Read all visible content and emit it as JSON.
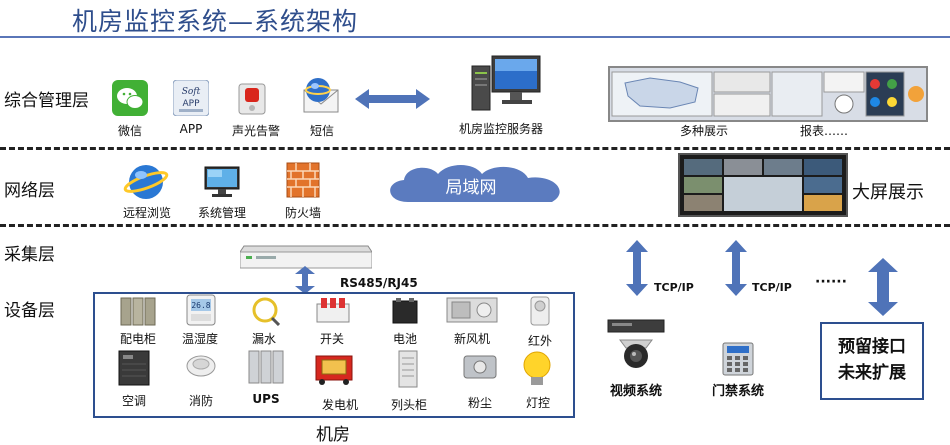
{
  "title": "机房监控系统—系统架构",
  "layers": {
    "management": "综合管理层",
    "network": "网络层",
    "collection": "采集层",
    "device": "设备层"
  },
  "management_items": {
    "wechat": "微信",
    "app": "APP",
    "alarm": "声光告警",
    "sms": "短信",
    "server": "机房监控服务器",
    "multi_display": "多种展示",
    "report": "报表……"
  },
  "network_items": {
    "remote": "远程浏览",
    "sysmgmt": "系统管理",
    "firewall": "防火墙",
    "lan": "局域网",
    "bigscreen": "大屏展示"
  },
  "collection": {
    "bus_label": "RS485/RJ45",
    "tcp1": "TCP/IP",
    "tcp2": "TCP/IP",
    "ellipsis": "······"
  },
  "room_devices": {
    "distribution": "配电柜",
    "temp_humidity": "温湿度",
    "water_leak": "漏水",
    "switch": "开关",
    "battery": "电池",
    "fresh_air": "新风机",
    "infrared": "红外",
    "ac": "空调",
    "fire": "消防",
    "ups": "UPS",
    "generator": "发电机",
    "head_cabinet": "列头柜",
    "dust": "粉尘",
    "light": "灯控"
  },
  "room_label": "机房",
  "video": "视频系统",
  "access": "门禁系统",
  "reserve": "预留接口未来扩展",
  "reserve_line1": "预留接口",
  "reserve_line2": "未来扩展",
  "colors": {
    "title": "#2f4e8c",
    "frame": "#2d4f8f",
    "arrow": "#4f73b8",
    "cloud": "#5b7bbf"
  }
}
